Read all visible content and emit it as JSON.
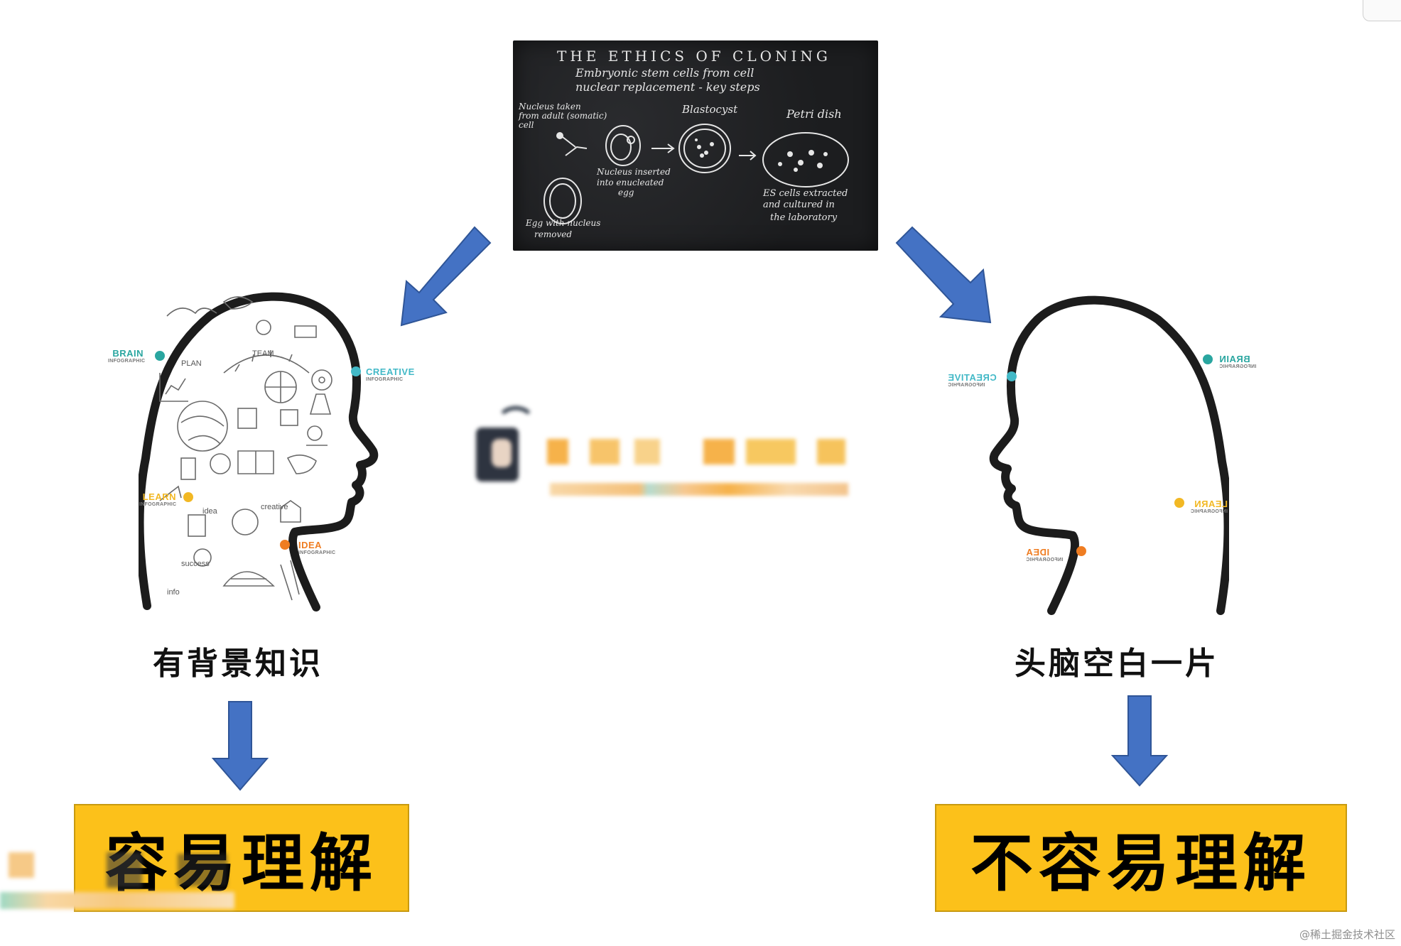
{
  "board": {
    "title": "THE ETHICS OF CLONING",
    "subtitle_line1": "Embryonic stem cells from cell",
    "subtitle_line2": "nuclear replacement - key steps",
    "label_nucleus_taken_1": "Nucleus taken",
    "label_nucleus_taken_2": "from adult (somatic)",
    "label_nucleus_taken_3": "cell",
    "label_blastocyst": "Blastocyst",
    "label_petri": "Petri dish",
    "label_inserted_1": "Nucleus inserted",
    "label_inserted_2": "into enucleated",
    "label_inserted_3": "egg",
    "label_egg_1": "Egg with nucleus",
    "label_egg_2": "removed",
    "label_es_1": "ES cells extracted",
    "label_es_2": "and cultured in",
    "label_es_3": "the laboratory"
  },
  "left_head": {
    "brain": "BRAIN",
    "creative": "CREATIVE",
    "learn": "LEARN",
    "idea": "IDEA",
    "infographic": "INFOGRAPHIC",
    "doodle_plan": "PLAN",
    "doodle_team": "TEAM",
    "doodle_idea": "idea",
    "doodle_success": "success",
    "doodle_info": "info",
    "doodle_creative": "creative",
    "caption": "有背景知识",
    "result": "容易理解"
  },
  "right_head": {
    "brain": "BRAIN",
    "creative": "CREATIVE",
    "learn": "LEARN",
    "idea": "IDEA",
    "infographic": "INFOGRAPHIC",
    "caption": "头脑空白一片",
    "result": "不容易理解"
  },
  "colors": {
    "arrow": "#4472c4",
    "arrow_edge": "#2f5597",
    "box": "#fcc11a",
    "brain": "#2aa6a0",
    "creative": "#43b9c7",
    "learn": "#f2b824",
    "idea": "#ef7d22"
  },
  "icons": [
    "arrow-down-left-icon",
    "arrow-down-right-icon",
    "arrow-down-icon",
    "head-silhouette-icon",
    "avatar-icon"
  ],
  "watermark": "@稀土掘金技术社区"
}
